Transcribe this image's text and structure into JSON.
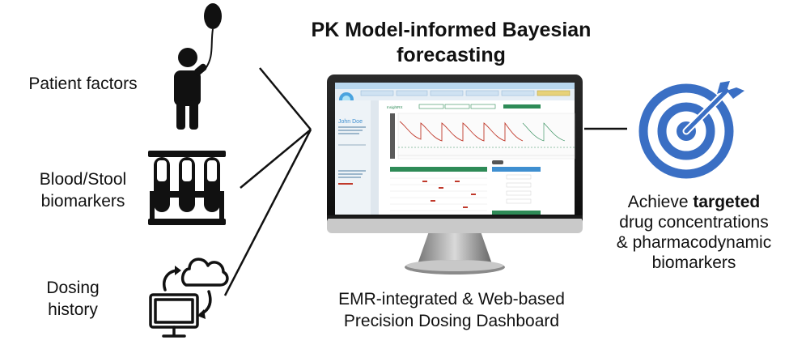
{
  "title": {
    "line1": "PK Model-informed Bayesian",
    "line2": "forecasting"
  },
  "inputs": [
    {
      "label_lines": [
        "Patient  factors"
      ],
      "icon": "person-with-balloon-icon"
    },
    {
      "label_lines": [
        "Blood/Stool",
        "biomarkers"
      ],
      "icon": "test-tubes-icon"
    },
    {
      "label_lines": [
        "Dosing",
        "history"
      ],
      "icon": "computer-cloud-sync-icon"
    }
  ],
  "dashboard": {
    "caption_lines": [
      "EMR-integrated  &  Web-based",
      "Precision  Dosing  Dashboard"
    ],
    "patient_name": "John Doe",
    "app_name": "InsightRX"
  },
  "outcome": {
    "prefix": "Achieve ",
    "emphasis": "targeted",
    "lines": [
      "drug concentrations",
      "& pharmacodynamic",
      "biomarkers"
    ],
    "icon": "target-with-arrow-icon"
  },
  "colors": {
    "icon_black": "#111111",
    "target_blue": "#3a6fc4",
    "app_green": "#2e8b57",
    "app_blue": "#3f8fd0",
    "curve_red": "#c0392b"
  }
}
